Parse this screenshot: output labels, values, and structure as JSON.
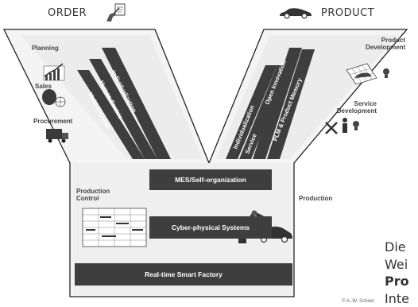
{
  "header": {
    "order": "ORDER",
    "product": "PRODUCT"
  },
  "left_labels": {
    "planning": "Planning",
    "sales": "Sales",
    "procurement": "Procurement"
  },
  "right_labels": {
    "product_development": [
      "Product",
      "Development"
    ],
    "service_development": [
      "Service",
      "Development"
    ]
  },
  "left_strips": [
    "Multi-Channel",
    "Human Centric",
    "Individualization"
  ],
  "right_strips": [
    "Individualization",
    "Service",
    "Open Innovation",
    "PLM & Product Memory"
  ],
  "center_bars": {
    "mes": "MES/Self-organization",
    "cps": "Cyber-physical Systems",
    "factory": "Real-time Smart Factory"
  },
  "production_control": [
    "Production",
    "Control"
  ],
  "production": "Production",
  "copyright": "© A.-W. Scheer",
  "side_text": {
    "line1": "Die",
    "line2": "Wei",
    "line3": "Pro",
    "line4": "Inte"
  },
  "colors": {
    "strip": "#3e3e3e",
    "panel": "#f4f4f4",
    "outline": "#222222"
  }
}
